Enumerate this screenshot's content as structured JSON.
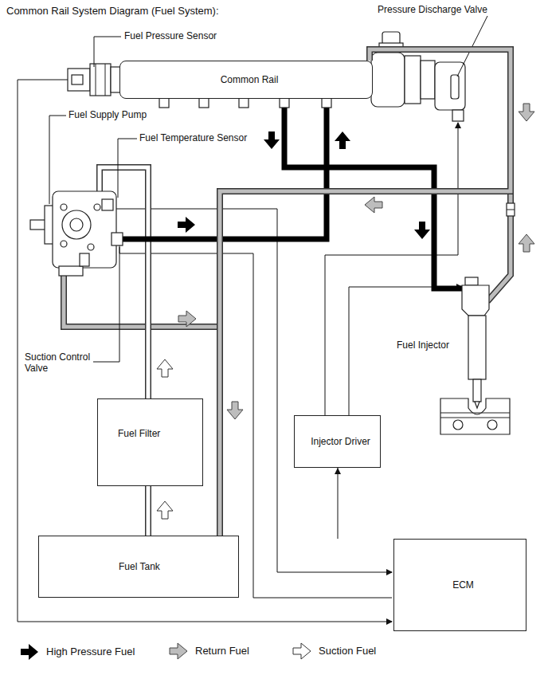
{
  "diagram": {
    "title": "Common Rail System Diagram (Fuel System):",
    "nodes": [
      {
        "text": [
          "Common Rail"
        ]
      },
      {
        "text": [
          "Fuel Filter"
        ]
      },
      {
        "text": [
          "Fuel Tank"
        ]
      },
      {
        "text": [
          "Injector Driver"
        ]
      },
      {
        "text": [
          "ECM"
        ]
      }
    ],
    "edges": [
      {
        "from": 2,
        "to": 1,
        "arrow": "none"
      },
      {
        "from": 4,
        "to": 3,
        "arrow": "to"
      },
      {
        "from": 0,
        "to": 2,
        "arrow": "none"
      }
    ],
    "labels": [
      "Fuel Pressure Sensor",
      "Pressure Discharge Valve",
      "Fuel Supply Pump",
      "Fuel Temperature Sensor",
      "Suction Control Valve",
      "Fuel Injector"
    ],
    "legend": [
      {
        "text": "High Pressure Fuel"
      },
      {
        "text": "Return Fuel"
      },
      {
        "text": "Suction Fuel"
      }
    ]
  }
}
